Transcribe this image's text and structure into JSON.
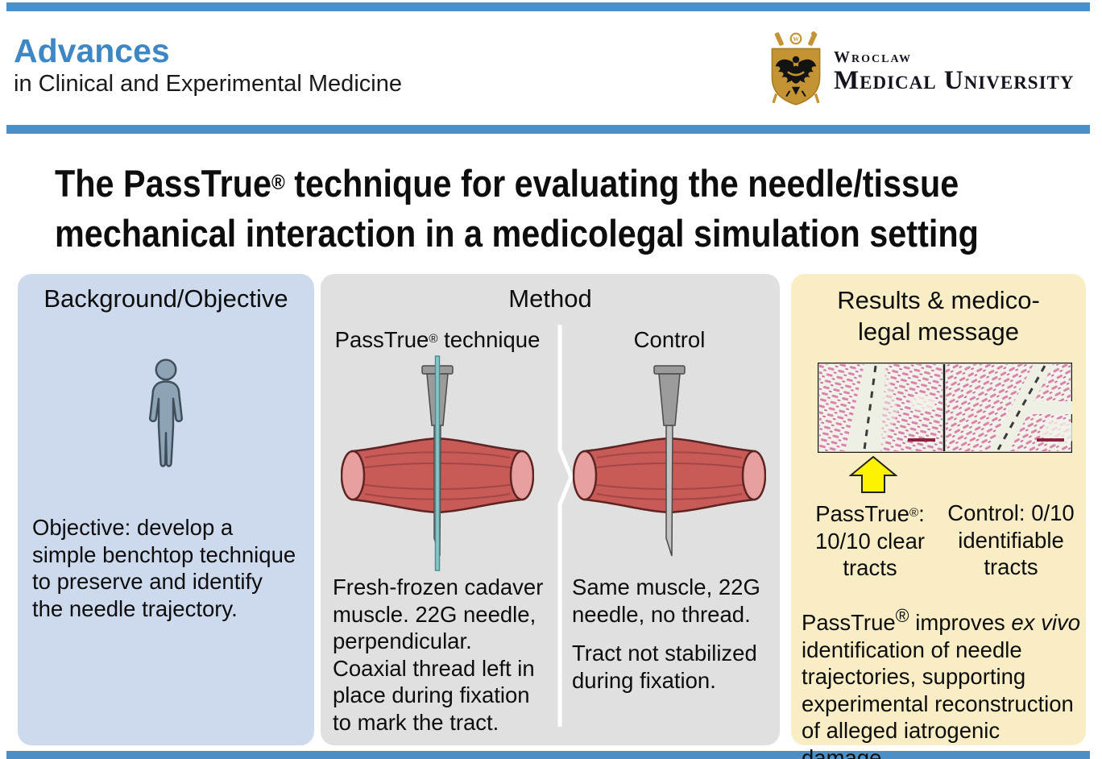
{
  "header": {
    "journal_name": "Advances",
    "journal_subtitle": "in Clinical and Experimental Medicine",
    "university": {
      "line1": "Wroclaw",
      "line2": "Medical University"
    }
  },
  "title": {
    "l1_a": "The PassTrue",
    "l1_reg": "®",
    "l1_b": " technique for evaluating the needle/tissue",
    "line2": "mechanical interaction in a medicolegal simulation setting"
  },
  "panels": {
    "background": {
      "title": "Background/Objective",
      "icon": "person-icon",
      "lines": [
        "Objective: develop a",
        "simple benchtop technique",
        "to preserve and identify",
        "the needle trajectory."
      ]
    },
    "method": {
      "title": "Method",
      "left": {
        "brand": "PassTrue",
        "reg": "®",
        "label_rest": " technique",
        "caption_lines": [
          "Fresh-frozen cadaver",
          "muscle. 22G needle,",
          "perpendicular.",
          "Coaxial thread left in",
          "place during fixation",
          "to mark the tract."
        ]
      },
      "right": {
        "label": "Control",
        "caption1_lines": [
          "Same muscle, 22G",
          "needle, no thread."
        ],
        "caption2_lines": [
          "Tract not stabilized",
          "during fixation."
        ]
      }
    },
    "results": {
      "title_line1": "Results & medico-",
      "title_line2": "legal message",
      "stat_left": {
        "brand": "PassTrue",
        "reg": "®",
        "after": ":",
        "line2": "10/10 clear",
        "line3": "tracts"
      },
      "stat_right": {
        "line1": "Control: 0/10",
        "line2": "identifiable",
        "line3": "tracts"
      },
      "message": {
        "brand": "PassTrue",
        "reg": "®",
        "mid": " improves ",
        "italic": "ex vivo",
        "rest": " identification of needle trajectories, supporting experimental reconstruction of alleged iatrogenic damage."
      }
    }
  },
  "colors": {
    "accent_blue": "#4a8fc7",
    "journal_blue": "#3e87c5",
    "panel_blue": "#cdd9ec",
    "panel_gray": "#e1e0e1",
    "panel_cream": "#f9edc5",
    "logo_gold": "#c49434",
    "muscle_red": "#c85a57",
    "thread_teal": "#8cc4c4",
    "arrow_yellow": "#fdf300",
    "histology_pink": "#d983ad"
  }
}
